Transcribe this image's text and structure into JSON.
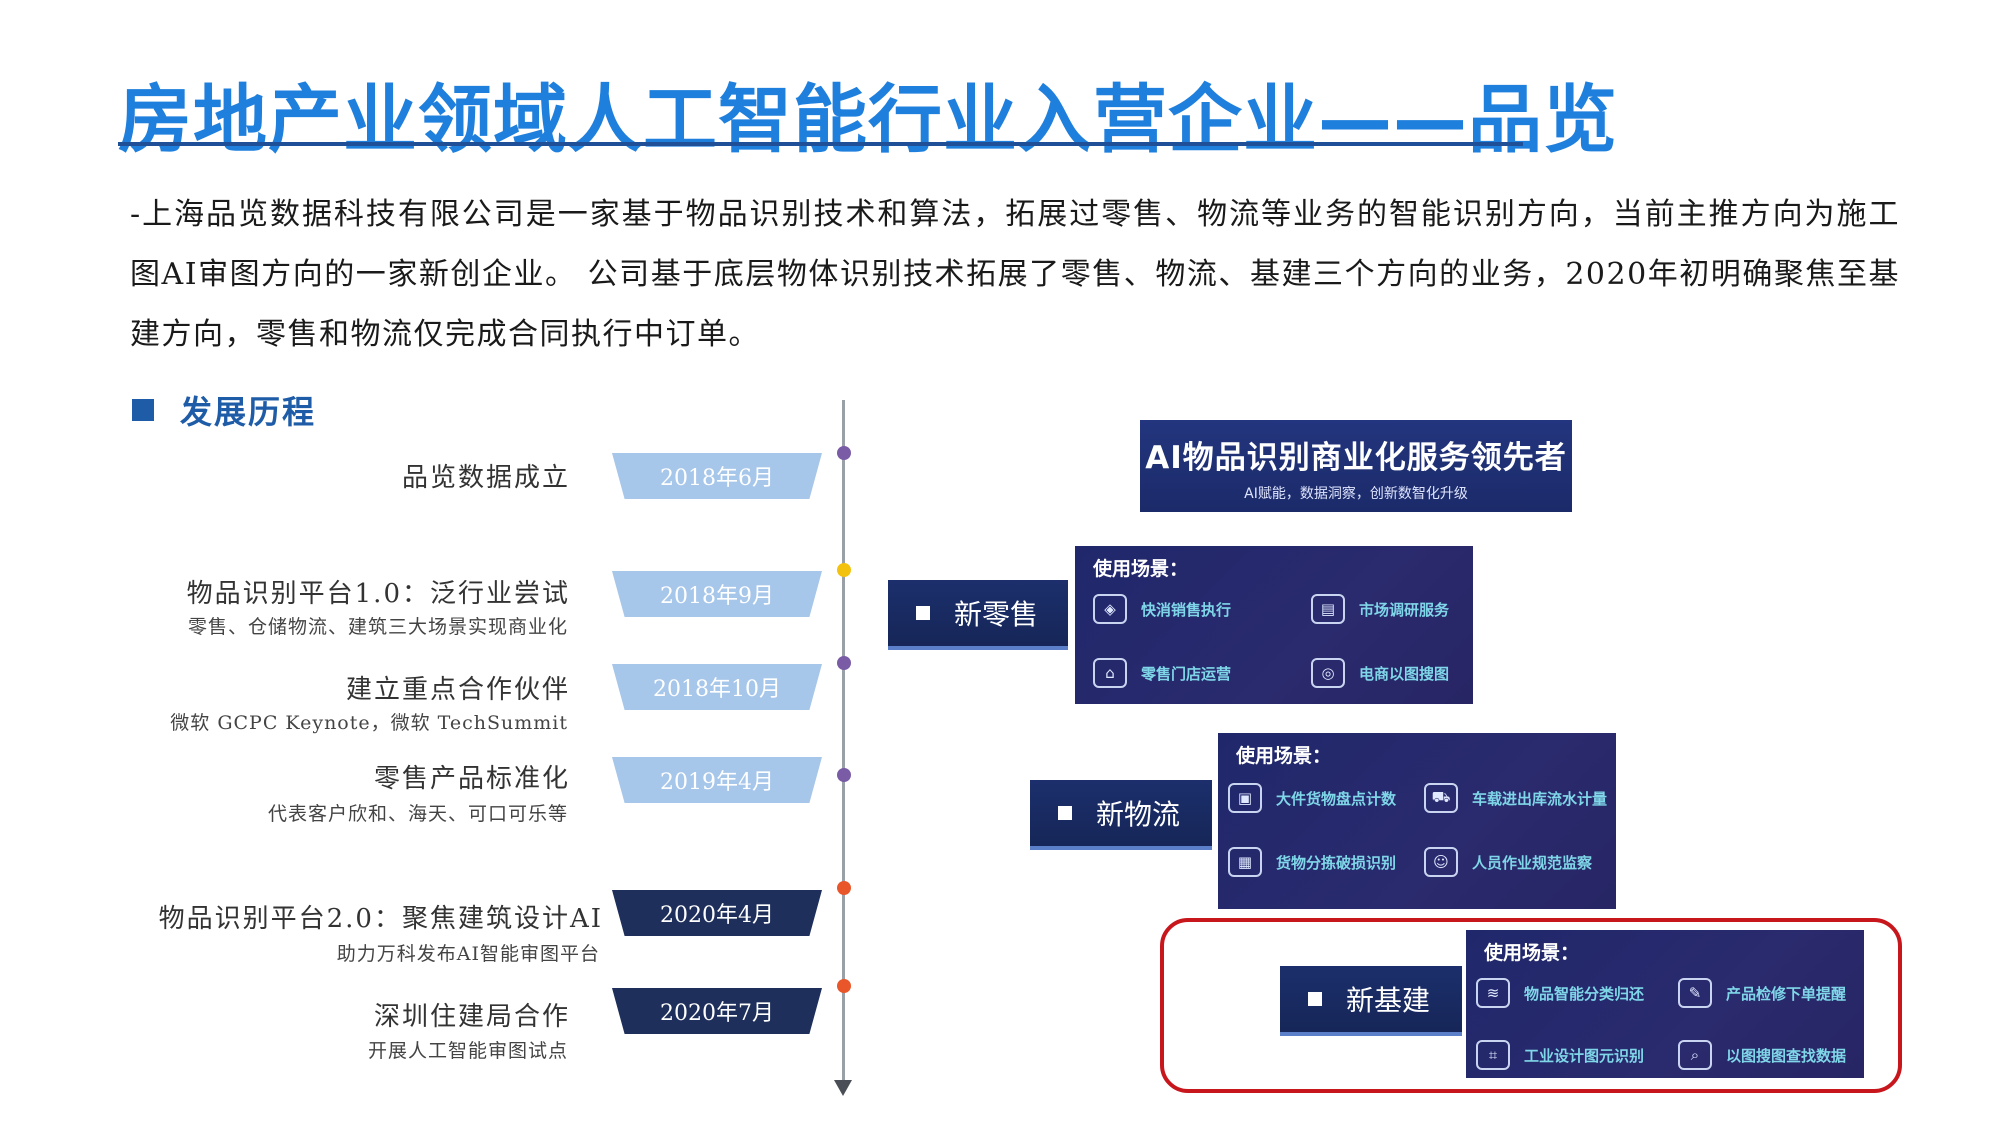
{
  "title": "房地产业领域人工智能行业入营企业——品览",
  "intro": "-上海品览数据科技有限公司是一家基于物品识别技术和算法，拓展过零售、物流等业务的智能识别方向，当前主推方向为施工图AI审图方向的一家新创企业。 公司基于底层物体识别技术拓展了零售、物流、基建三个方向的业务，2020年初明确聚焦至基建方向，零售和物流仅完成合同执行中订单。",
  "section": {
    "title": "发展历程"
  },
  "timeline": [
    {
      "date": "2018年6月",
      "title": "品览数据成立",
      "sub": ""
    },
    {
      "date": "2018年9月",
      "title": "物品识别平台1.0：泛行业尝试",
      "sub": "零售、仓储物流、建筑三大场景实现商业化"
    },
    {
      "date": "2018年10月",
      "title": "建立重点合作伙伴",
      "sub": "微软 GCPC Keynote，微软 TechSummit"
    },
    {
      "date": "2019年4月",
      "title": "零售产品标准化",
      "sub": "代表客户欣和、海天、可口可乐等"
    },
    {
      "date": "2020年4月",
      "title": "物品识别平台2.0：聚焦建筑设计AI",
      "sub": "助力万科发布AI智能审图平台"
    },
    {
      "date": "2020年7月",
      "title": "深圳住建局合作",
      "sub": "开展人工智能审图试点"
    }
  ],
  "banner": {
    "title": "AI物品识别商业化服务领先者",
    "subtitle": "AI赋能，数据洞察，创新数智化升级"
  },
  "categories": {
    "retail": {
      "label": "新零售",
      "scene_head": "使用场景：",
      "scenes": [
        "快消销售执行",
        "市场调研服务",
        "零售门店运营",
        "电商以图搜图"
      ]
    },
    "logistics": {
      "label": "新物流",
      "scene_head": "使用场景：",
      "scenes": [
        "大件货物盘点计数",
        "车载进出库流水计量",
        "货物分拣破损识别",
        "人员作业规范监察"
      ]
    },
    "infra": {
      "label": "新基建",
      "scene_head": "使用场景：",
      "scenes": [
        "物品智能分类归还",
        "产品检修下单提醒",
        "工业设计图元识别",
        "以图搜图查找数据"
      ]
    }
  },
  "colors": {
    "title": "#1f7fdc",
    "accent_dark": "#1d2f5a",
    "tag_light": "#a6c6ea",
    "highlight": "#c8161d"
  }
}
